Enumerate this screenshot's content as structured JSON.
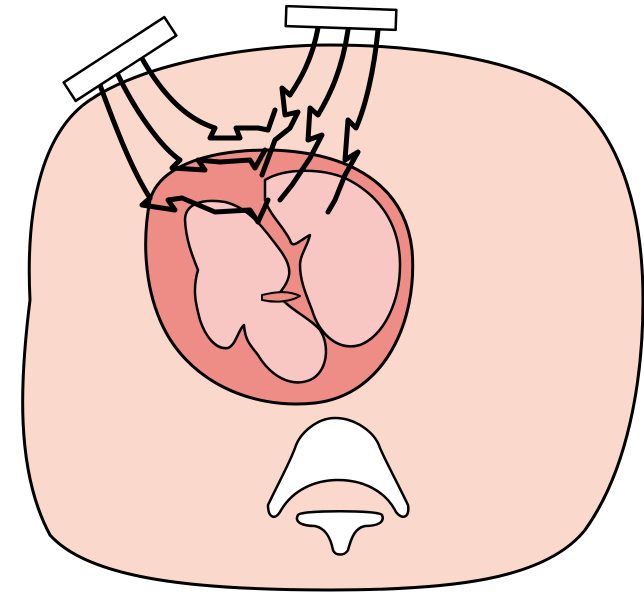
{
  "diagram": {
    "labels": [],
    "colors": {
      "torso": "#fad9cc",
      "heart_wall": "#ee8c86",
      "heart_cavity": "#f8c7c4",
      "outline": "#000000",
      "bone": "#ffffff",
      "probe": "#ffffff"
    },
    "parts": [
      "torso-cross-section",
      "heart",
      "left-ventricle",
      "right-ventricle",
      "vertebra",
      "probe-left",
      "probe-right",
      "ultrasound-beams"
    ]
  }
}
